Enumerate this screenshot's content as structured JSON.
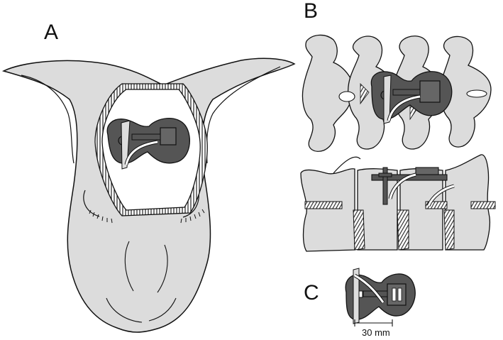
{
  "panels": {
    "a": {
      "label": "A"
    },
    "b": {
      "label": "B"
    },
    "c": {
      "label": "C"
    }
  },
  "scale_bar": {
    "label": "30 mm"
  },
  "colors": {
    "bone_fill": "#dcdcdc",
    "implant_fill": "#555555",
    "outline": "#111111",
    "background": "#ffffff"
  }
}
